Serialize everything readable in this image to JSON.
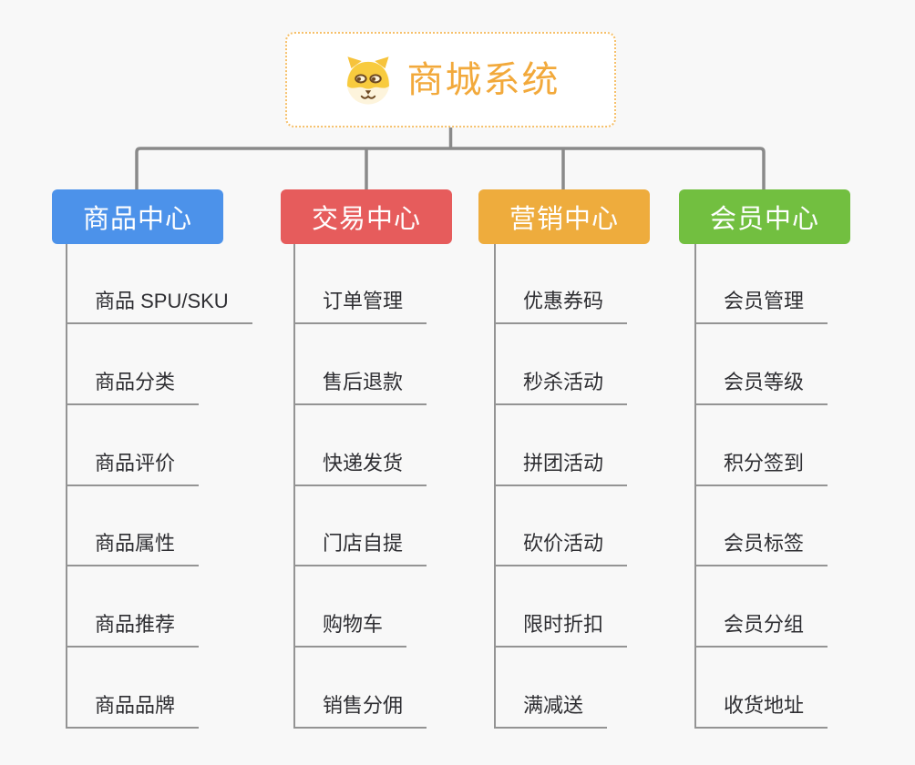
{
  "page": {
    "background_color": "#F8F8F8",
    "connector_color": "#8A8A8A",
    "line_color": "#949494"
  },
  "root": {
    "title": "商城系统",
    "icon": "dog-face-icon",
    "text_color": "#F2A93B",
    "border_color": "#F6C06A"
  },
  "branches": [
    {
      "label": "商品中心",
      "color": "#4C92EA",
      "items": [
        "商品 SPU/SKU",
        "商品分类",
        "商品评价",
        "商品属性",
        "商品推荐",
        "商品品牌"
      ]
    },
    {
      "label": "交易中心",
      "color": "#E65C5C",
      "items": [
        "订单管理",
        "售后退款",
        "快递发货",
        "门店自提",
        "购物车",
        "销售分佣"
      ]
    },
    {
      "label": "营销中心",
      "color": "#EEAC3D",
      "items": [
        "优惠券码",
        "秒杀活动",
        "拼团活动",
        "砍价活动",
        "限时折扣",
        "满减送"
      ]
    },
    {
      "label": "会员中心",
      "color": "#72BF40",
      "items": [
        "会员管理",
        "会员等级",
        "积分签到",
        "会员标签",
        "会员分组",
        "收货地址"
      ]
    }
  ]
}
